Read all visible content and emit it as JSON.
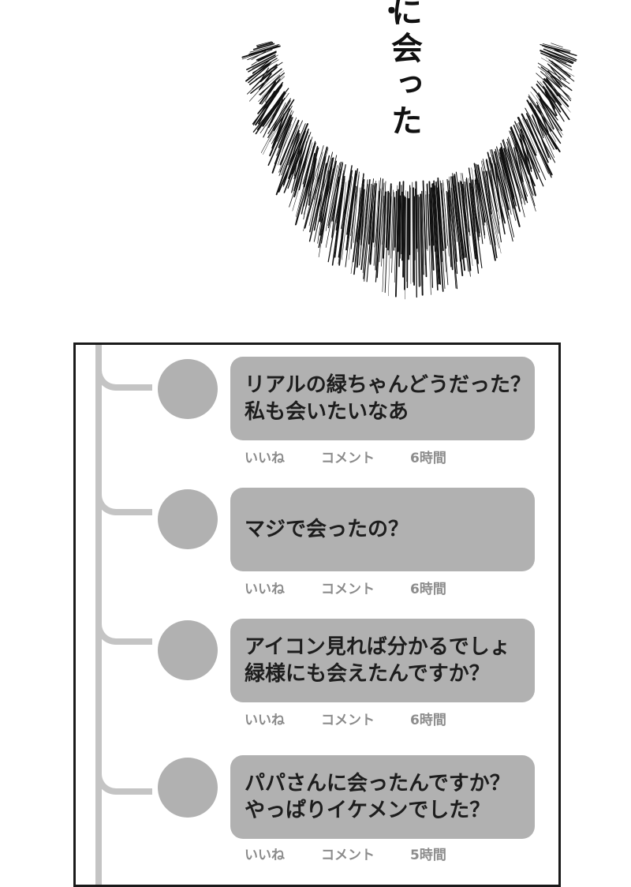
{
  "manga_panel": {
    "text_dots": "・",
    "text_main": "に会った"
  },
  "feed": {
    "comments": [
      {
        "lines": [
          "リアルの緑ちゃんどうだった？",
          "私も会いたいなあ"
        ],
        "like_label": "いいね",
        "comment_label": "コメント",
        "time": "6時間"
      },
      {
        "lines": [
          "マジで会ったの？"
        ],
        "like_label": "いいね",
        "comment_label": "コメント",
        "time": "6時間"
      },
      {
        "lines": [
          "アイコン見れば分かるでしょ",
          "緑様にも会えたんですか？"
        ],
        "like_label": "いいね",
        "comment_label": "コメント",
        "time": "6時間"
      },
      {
        "lines": [
          "パパさんに会ったんですか？",
          "やっぱりイケメンでした？"
        ],
        "like_label": "いいね",
        "comment_label": "コメント",
        "time": "5時間"
      }
    ]
  },
  "colors": {
    "bubble": "#b1b1b1",
    "thread": "#c4c4c4",
    "meta_text": "#8c8c8c",
    "border": "#1a1a1a"
  }
}
